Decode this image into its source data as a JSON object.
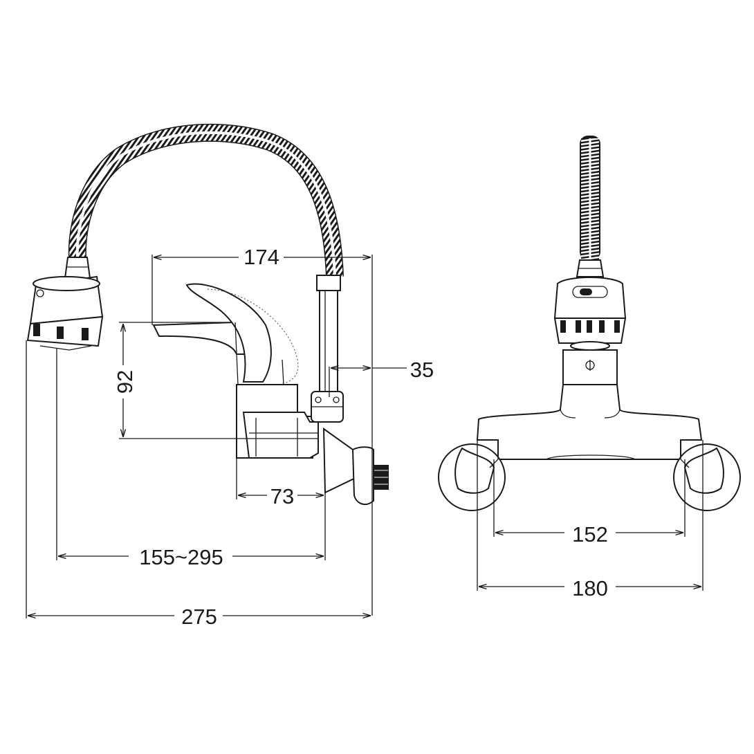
{
  "dimensions": {
    "d174": "174",
    "d92": "92",
    "d35": "35",
    "d73": "73",
    "d155_295": "155~295",
    "d275": "275",
    "d152": "152",
    "d180": "180"
  }
}
